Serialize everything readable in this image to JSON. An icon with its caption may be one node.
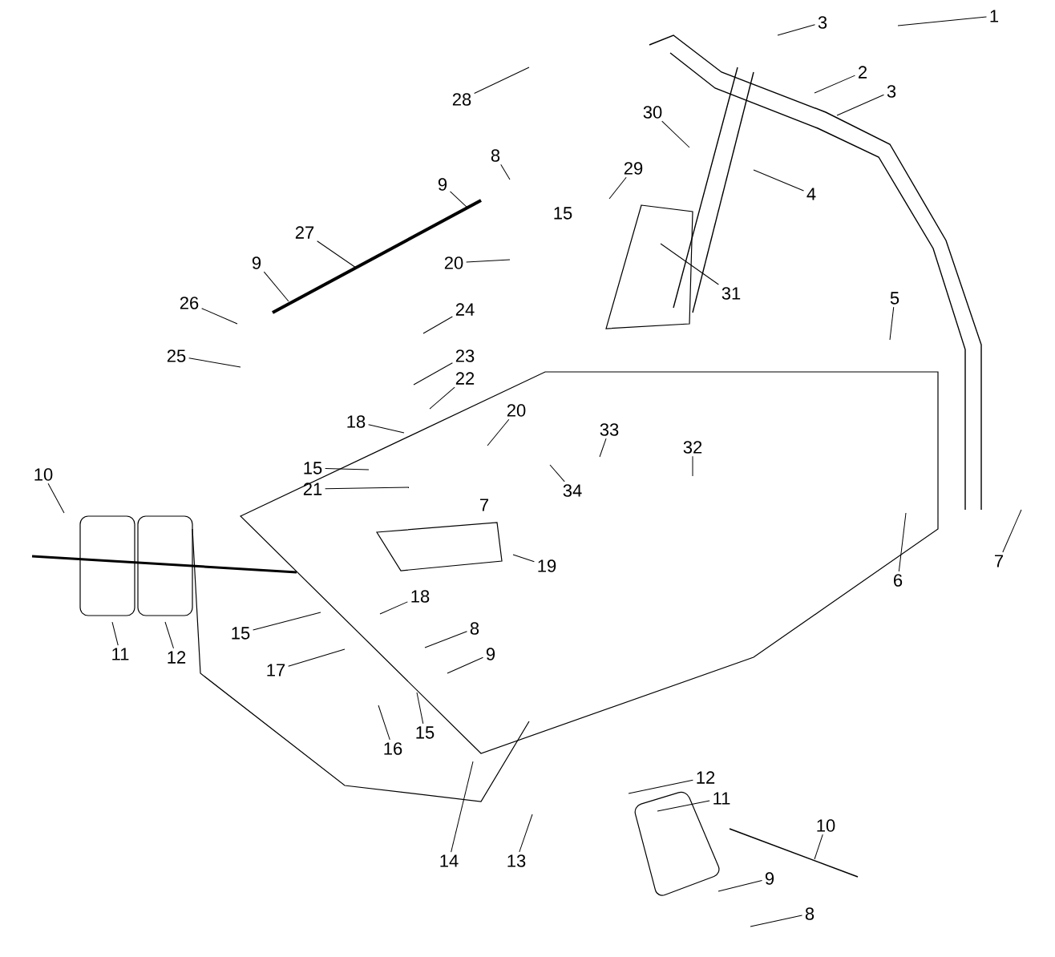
{
  "diagram": {
    "nodes": [
      {
        "text": [
          "1"
        ]
      },
      {
        "text": [
          "3"
        ]
      },
      {
        "text": [
          "2"
        ]
      },
      {
        "text": [
          "3"
        ]
      },
      {
        "text": [
          "28"
        ]
      },
      {
        "text": [
          "30"
        ]
      },
      {
        "text": [
          "8"
        ]
      },
      {
        "text": [
          "29"
        ]
      },
      {
        "text": [
          "4"
        ]
      },
      {
        "text": [
          "9"
        ]
      },
      {
        "text": [
          "27"
        ]
      },
      {
        "text": [
          "20"
        ]
      },
      {
        "text": [
          "31"
        ]
      },
      {
        "text": [
          "9"
        ]
      },
      {
        "text": [
          "26"
        ]
      },
      {
        "text": [
          "24"
        ]
      },
      {
        "text": [
          "5"
        ]
      },
      {
        "text": [
          "25"
        ]
      },
      {
        "text": [
          "23"
        ]
      },
      {
        "text": [
          "22"
        ]
      },
      {
        "text": [
          "33"
        ]
      },
      {
        "text": [
          "32"
        ]
      },
      {
        "text": [
          "18"
        ]
      },
      {
        "text": [
          "20"
        ]
      },
      {
        "text": [
          "15"
        ]
      },
      {
        "text": [
          "34"
        ]
      },
      {
        "text": [
          "21"
        ]
      },
      {
        "text": [
          "10"
        ]
      },
      {
        "text": [
          "19"
        ]
      },
      {
        "text": [
          "6"
        ]
      },
      {
        "text": [
          "7"
        ]
      },
      {
        "text": [
          "11"
        ]
      },
      {
        "text": [
          "12"
        ]
      },
      {
        "text": [
          "15"
        ]
      },
      {
        "text": [
          "18"
        ]
      },
      {
        "text": [
          "8"
        ]
      },
      {
        "text": [
          "9"
        ]
      },
      {
        "text": [
          "17"
        ]
      },
      {
        "text": [
          "16"
        ]
      },
      {
        "text": [
          "15"
        ]
      },
      {
        "text": [
          "14"
        ]
      },
      {
        "text": [
          "13"
        ]
      },
      {
        "text": [
          "12"
        ]
      },
      {
        "text": [
          "11"
        ]
      },
      {
        "text": [
          "10"
        ]
      },
      {
        "text": [
          "9"
        ]
      },
      {
        "text": [
          "8"
        ]
      }
    ],
    "edges": [
      {
        "from": 0,
        "to": null,
        "arrow": "none"
      },
      {
        "from": 1,
        "to": null,
        "arrow": "none"
      },
      {
        "from": 2,
        "to": null,
        "arrow": "none"
      },
      {
        "from": 3,
        "to": null,
        "arrow": "none"
      },
      {
        "from": 4,
        "to": null,
        "arrow": "none"
      },
      {
        "from": 5,
        "to": null,
        "arrow": "none"
      },
      {
        "from": 6,
        "to": null,
        "arrow": "none"
      },
      {
        "from": 7,
        "to": null,
        "arrow": "none"
      },
      {
        "from": 8,
        "to": null,
        "arrow": "none"
      },
      {
        "from": 9,
        "to": null,
        "arrow": "none"
      },
      {
        "from": 10,
        "to": null,
        "arrow": "none"
      },
      {
        "from": 11,
        "to": null,
        "arrow": "none"
      },
      {
        "from": 12,
        "to": null,
        "arrow": "none"
      },
      {
        "from": 13,
        "to": null,
        "arrow": "none"
      },
      {
        "from": 14,
        "to": null,
        "arrow": "none"
      },
      {
        "from": 15,
        "to": null,
        "arrow": "none"
      },
      {
        "from": 16,
        "to": null,
        "arrow": "none"
      },
      {
        "from": 17,
        "to": null,
        "arrow": "none"
      },
      {
        "from": 18,
        "to": null,
        "arrow": "none"
      },
      {
        "from": 19,
        "to": null,
        "arrow": "none"
      },
      {
        "from": 20,
        "to": null,
        "arrow": "none"
      },
      {
        "from": 21,
        "to": null,
        "arrow": "none"
      },
      {
        "from": 22,
        "to": null,
        "arrow": "none"
      },
      {
        "from": 23,
        "to": null,
        "arrow": "none"
      },
      {
        "from": 24,
        "to": null,
        "arrow": "none"
      },
      {
        "from": 25,
        "to": null,
        "arrow": "none"
      },
      {
        "from": 26,
        "to": null,
        "arrow": "none"
      },
      {
        "from": 27,
        "to": null,
        "arrow": "none"
      },
      {
        "from": 28,
        "to": null,
        "arrow": "none"
      },
      {
        "from": 29,
        "to": null,
        "arrow": "none"
      },
      {
        "from": 30,
        "to": null,
        "arrow": "none"
      },
      {
        "from": 31,
        "to": null,
        "arrow": "none"
      },
      {
        "from": 32,
        "to": null,
        "arrow": "none"
      },
      {
        "from": 33,
        "to": null,
        "arrow": "none"
      },
      {
        "from": 34,
        "to": null,
        "arrow": "none"
      },
      {
        "from": 35,
        "to": null,
        "arrow": "none"
      },
      {
        "from": 36,
        "to": null,
        "arrow": "none"
      },
      {
        "from": 37,
        "to": null,
        "arrow": "none"
      },
      {
        "from": 38,
        "to": null,
        "arrow": "none"
      },
      {
        "from": 39,
        "to": null,
        "arrow": "none"
      },
      {
        "from": 40,
        "to": null,
        "arrow": "none"
      },
      {
        "from": 41,
        "to": null,
        "arrow": "none"
      },
      {
        "from": 42,
        "to": null,
        "arrow": "none"
      },
      {
        "from": 43,
        "to": null,
        "arrow": "none"
      },
      {
        "from": 44,
        "to": null,
        "arrow": "none"
      },
      {
        "from": 45,
        "to": null,
        "arrow": "none"
      },
      {
        "from": 46,
        "to": null,
        "arrow": "none"
      }
    ],
    "labels": [
      "15",
      "7"
    ]
  }
}
